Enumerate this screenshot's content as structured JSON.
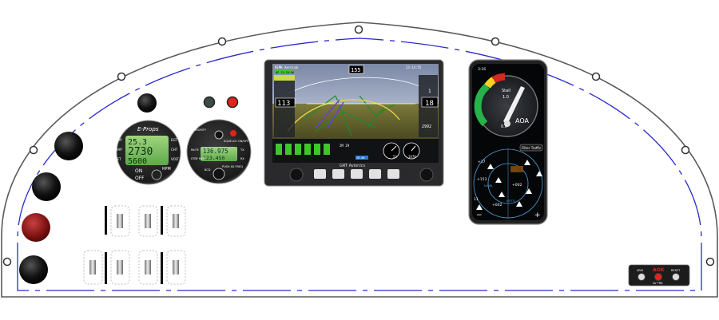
{
  "panel": {
    "outline_color": "#555555",
    "trim_color": "#2a2acc"
  },
  "eprops": {
    "brand": "E-Props",
    "rpm_label": "RPM",
    "on_label": "ON",
    "off_label": "OFF",
    "left_keys": [
      "MAP",
      "MAP",
      "SET"
    ],
    "right_keys": [
      "EGT",
      "CHT",
      "VOLT"
    ],
    "lcd_top": "25.3",
    "lcd_mid": "2730",
    "lcd_bot": "5600"
  },
  "radio": {
    "active_freq": "136.975",
    "standby_freq": "123.450",
    "top_labels": [
      "PRIORITY",
      "SQUELCH ON/OFF"
    ],
    "left_keys": [
      "MUTE",
      "STBY MEM"
    ],
    "right_keys": [
      "TX",
      "RX"
    ],
    "bottom_labels": [
      "BCD",
      "PUSH XX FREQ"
    ]
  },
  "efis": {
    "brand": "GRT Avionics",
    "top_left": "KEMK Aerolab",
    "top_right": "23:14:55",
    "status_tag": "AP 12:34:56",
    "heading": "155",
    "speed": "113",
    "altitude": "18",
    "alt_unit": "1",
    "baro": "2992",
    "mini_gauges": [
      "53",
      "1970"
    ],
    "bottom_text": "28.88",
    "bottom_labels": [
      "2M 29"
    ]
  },
  "phone": {
    "status_time": "3:16",
    "gauge_label": "AOA",
    "stall_label": "Stall",
    "stall_value": "1.0",
    "gauge_zero": "0.0",
    "filter_button": "Filter Traffic",
    "traffic": [
      "+17",
      "+153",
      "-13",
      "+002",
      "N456L",
      "+002",
      "N5771",
      "11"
    ],
    "minus": "−",
    "plus": "+"
  },
  "aok": {
    "label": "AOK",
    "sub_label": "AV TRK",
    "left_label": "ARM",
    "right_label": "RESET"
  }
}
